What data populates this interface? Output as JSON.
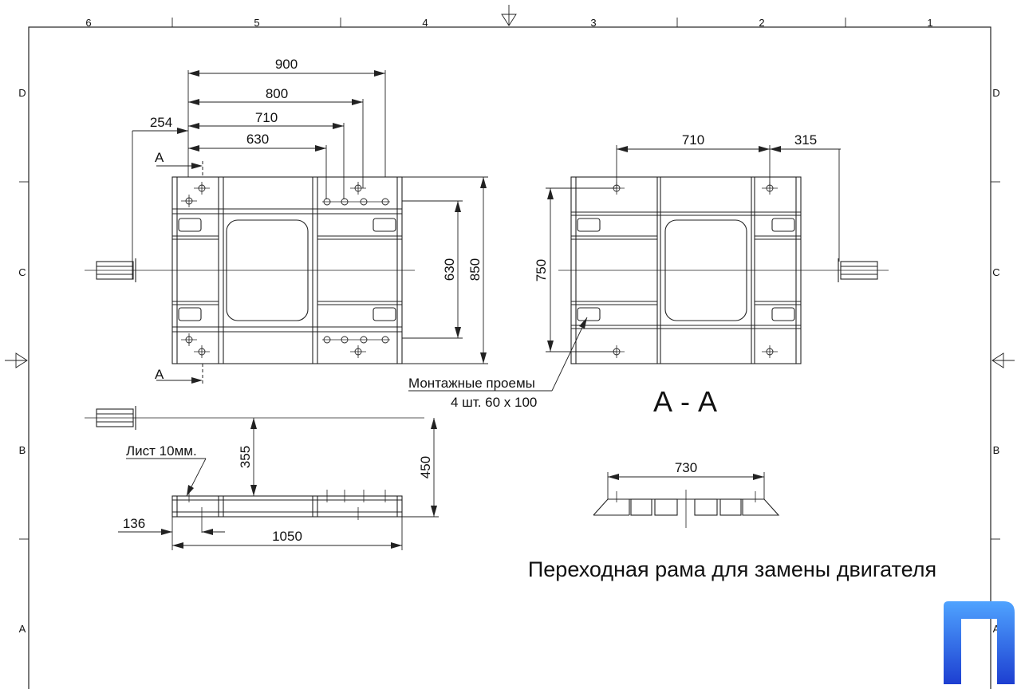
{
  "drawing": {
    "title": "Переходная рама для замены двигателя",
    "section_label": "А - А",
    "section_mark": "А",
    "zones": {
      "columns": [
        "6",
        "5",
        "4",
        "3",
        "2",
        "1"
      ],
      "rows": [
        "D",
        "C",
        "B",
        "A"
      ]
    },
    "dimensions": {
      "top_900": "900",
      "top_800": "800",
      "top_710": "710",
      "top_630": "630",
      "top_254": "254",
      "side_630": "630",
      "side_850": "850",
      "right_710": "710",
      "right_315": "315",
      "right_750": "750",
      "side_view_355": "355",
      "side_view_450": "450",
      "side_view_136": "136",
      "side_view_1050": "1050",
      "section_730": "730"
    },
    "annotations": {
      "openings_line1": "Монтажные проемы",
      "openings_line2": "4 шт. 60 х 100",
      "sheet_thickness": "Лист 10мм."
    }
  },
  "colors": {
    "line": "#222222",
    "logo_top": "#3b82f6",
    "logo_bottom": "#1e40af"
  }
}
